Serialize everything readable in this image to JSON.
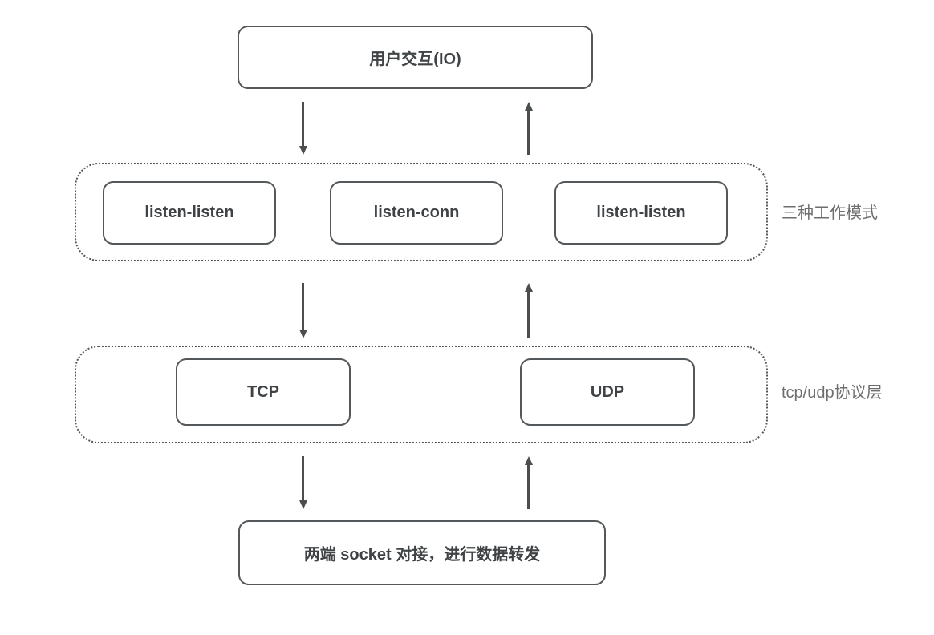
{
  "diagram": {
    "top_box": {
      "label": "用户交互(IO)"
    },
    "modes_layer": {
      "label": "三种工作模式",
      "boxes": [
        {
          "label": "listen-listen"
        },
        {
          "label": "listen-conn"
        },
        {
          "label": "listen-listen"
        }
      ]
    },
    "protocol_layer": {
      "label": "tcp/udp协议层",
      "boxes": [
        {
          "label": "TCP"
        },
        {
          "label": "UDP"
        }
      ]
    },
    "bottom_box": {
      "label": "两端 socket 对接，进行数据转发"
    },
    "colors": {
      "node-border": "#54585a",
      "node-text": "#3f4345",
      "layer-label": "#6e6e6e",
      "arrow": "#4a4e50",
      "background": "#ffffff"
    }
  }
}
